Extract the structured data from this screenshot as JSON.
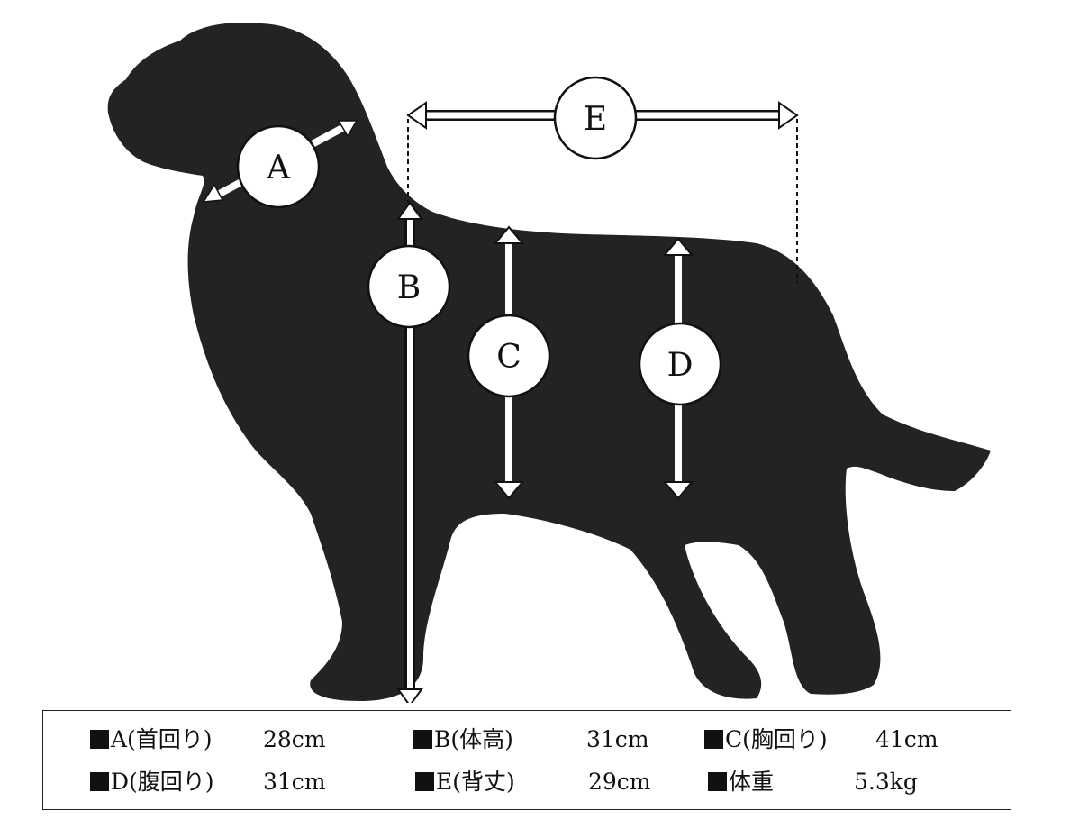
{
  "diagram": {
    "markers": [
      {
        "id": "A",
        "label": "A"
      },
      {
        "id": "B",
        "label": "B"
      },
      {
        "id": "C",
        "label": "C"
      },
      {
        "id": "D",
        "label": "D"
      },
      {
        "id": "E",
        "label": "E"
      }
    ]
  },
  "legend": {
    "rows": [
      [
        {
          "label": "A(首回り)",
          "value": "28cm"
        },
        {
          "label": "B(体高)",
          "value": "31cm"
        },
        {
          "label": "C(胸回り)",
          "value": "41cm"
        }
      ],
      [
        {
          "label": "D(腹回り)",
          "value": "31cm"
        },
        {
          "label": "E(背丈)",
          "value": "29cm"
        },
        {
          "label": "体重",
          "value": "5.3kg"
        }
      ]
    ]
  },
  "colors": {
    "silhouette": "#232323",
    "ink": "#111111",
    "background": "#ffffff"
  }
}
